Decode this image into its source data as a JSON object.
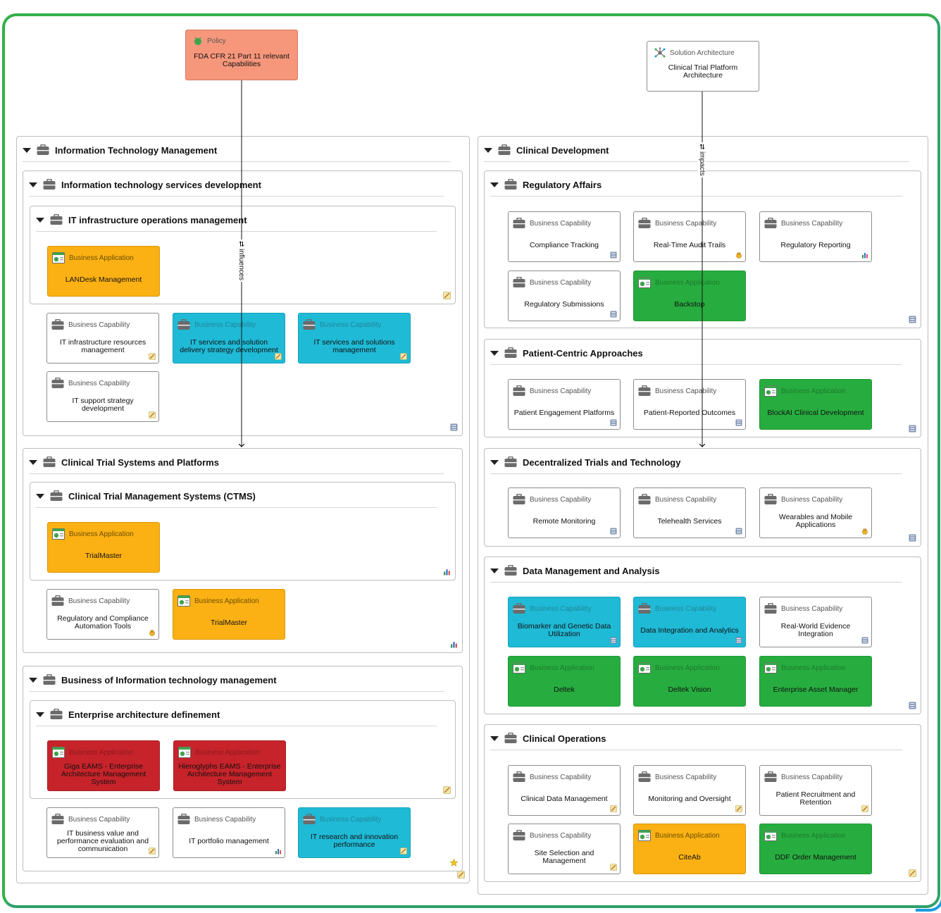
{
  "top": {
    "policy": {
      "type": "Policy",
      "name": "FDA CFR 21 Part 11 relevant Capabilities"
    },
    "solution": {
      "type": "Solution Architecture",
      "name": "Clinical Trial Platform Architecture"
    }
  },
  "relations": {
    "influences": "⇄ influences",
    "impacts": "⇄ impacts"
  },
  "groups": {
    "itm": "Information Technology Management",
    "itsd": "Information technology services development",
    "itiom": "IT infrastructure operations management",
    "ctsp": "Clinical Trial Systems and Platforms",
    "ctms": "Clinical Trial Management Systems (CTMS)",
    "bitm": "Business of Information technology management",
    "ead": "Enterprise architecture definement",
    "cd": "Clinical Development",
    "ra": "Regulatory Affairs",
    "pca": "Patient-Centric Approaches",
    "dtt": "Decentralized Trials and Technology",
    "dma": "Data Management and Analysis",
    "co": "Clinical Operations"
  },
  "types": {
    "cap": "Business Capability",
    "app": "Business Application"
  },
  "cards": {
    "landesk": "LANDesk Management",
    "itinfra": "IT infrastructure resources management",
    "itservdel": "IT services and solution delivery strategy development",
    "itsolmgmt": "IT services and solutions management",
    "itsupport": "IT support strategy development",
    "trialmaster1": "TrialMaster",
    "regcomp": "Regulatory and Compliance Automation Tools",
    "trialmaster2": "TrialMaster",
    "giga": "Giga EAMS - Enterprise Architecture Management System",
    "hiero": "Hieroglyphs EAMS - Enterprise Architecture Management System",
    "itvalue": "IT business value and performance evaluation and communication",
    "itportfolio": "IT portfolio management",
    "itresearch": "IT research and innovation performance",
    "comptrack": "Compliance Tracking",
    "audit": "Real-Time Audit Trails",
    "regrep": "Regulatory Reporting",
    "regsub": "Regulatory Submissions",
    "backstop": "Backstop",
    "pep": "Patient Engagement Platforms",
    "pro": "Patient-Reported Outcomes",
    "blockai": "BlockAI Clinical Development",
    "remote": "Remote Monitoring",
    "tele": "Telehealth Services",
    "wear": "Wearables and Mobile Applications",
    "bio": "Biomarker and Genetic Data Utilization",
    "dia": "Data Integration and Analytics",
    "rwe": "Real-World Evidence Integration",
    "deltek": "Deltek",
    "deltekv": "Deltek Vision",
    "eam": "Enterprise Asset Manager",
    "cdm": "Clinical Data Management",
    "mon": "Monitoring and Oversight",
    "prr": "Patient Recruitment and Retention",
    "ssm": "Site Selection and Management",
    "citeab": "CiteAb",
    "ddf": "DDF Order Management"
  },
  "colors": {
    "frame": "#33b04a",
    "application_yellow": "#fbb113",
    "capability_cyan": "#1fbad6",
    "application_green": "#27ad3f",
    "application_red": "#c7232a",
    "policy": "#f6977b"
  }
}
